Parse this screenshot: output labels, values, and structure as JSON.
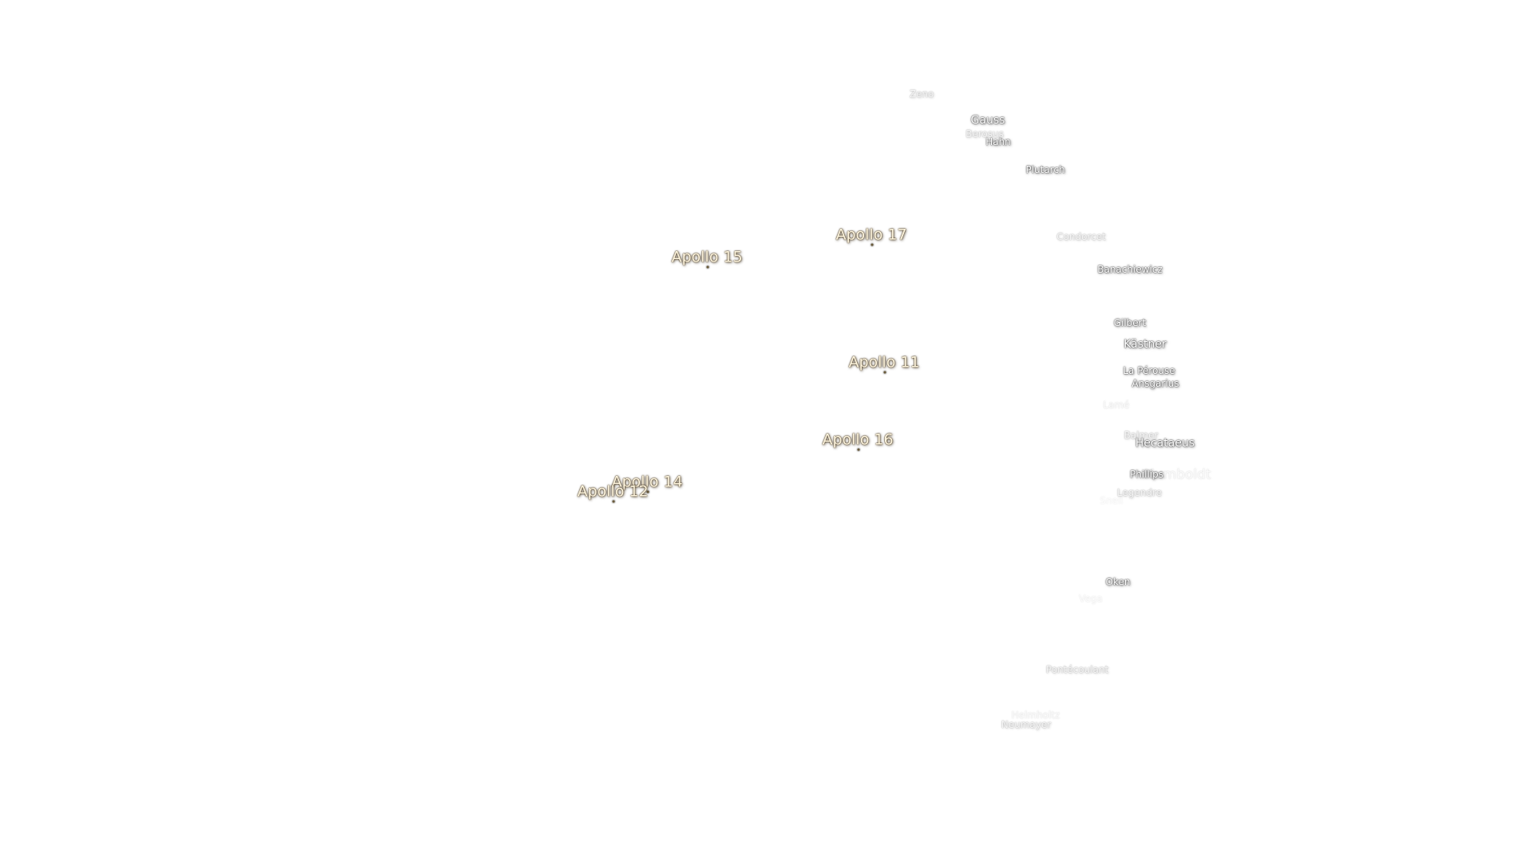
{
  "map": {
    "apollo_sites": [
      {
        "id": "apollo-17",
        "name": "Apollo 17"
      },
      {
        "id": "apollo-15",
        "name": "Apollo 15"
      },
      {
        "id": "apollo-11",
        "name": "Apollo 11"
      },
      {
        "id": "apollo-16",
        "name": "Apollo 16"
      },
      {
        "id": "apollo-14",
        "name": "Apollo 14"
      },
      {
        "id": "apollo-12",
        "name": "Apollo 12"
      }
    ],
    "craters": [
      {
        "id": "zeno",
        "name": "Zeno"
      },
      {
        "id": "gauss",
        "name": "Gauss"
      },
      {
        "id": "berosus",
        "name": "Berosus"
      },
      {
        "id": "hahn",
        "name": "Hahn"
      },
      {
        "id": "plutarch",
        "name": "Plutarch"
      },
      {
        "id": "condorcet",
        "name": "Condorcet"
      },
      {
        "id": "banachiewicz",
        "name": "Banachiewicz"
      },
      {
        "id": "gilbert",
        "name": "Gilbert"
      },
      {
        "id": "kastner",
        "name": "Kästner"
      },
      {
        "id": "la-perouse",
        "name": "La Pérouse"
      },
      {
        "id": "ansgarius",
        "name": "Ansgarius"
      },
      {
        "id": "lame",
        "name": "Lamé"
      },
      {
        "id": "balmer",
        "name": "Balmer"
      },
      {
        "id": "hecataeus",
        "name": "Hecataeus"
      },
      {
        "id": "humboldt",
        "name": "Humboldt"
      },
      {
        "id": "phillips",
        "name": "Phillips"
      },
      {
        "id": "legendre",
        "name": "Legendre"
      },
      {
        "id": "vendelinus-faint",
        "name": "Snell"
      },
      {
        "id": "oken",
        "name": "Oken"
      },
      {
        "id": "vega",
        "name": "Vega"
      },
      {
        "id": "pontecoulant",
        "name": "Pontécoulant"
      },
      {
        "id": "helmholtz",
        "name": "Helmholtz"
      },
      {
        "id": "neumayer",
        "name": "Neumayer"
      }
    ]
  }
}
